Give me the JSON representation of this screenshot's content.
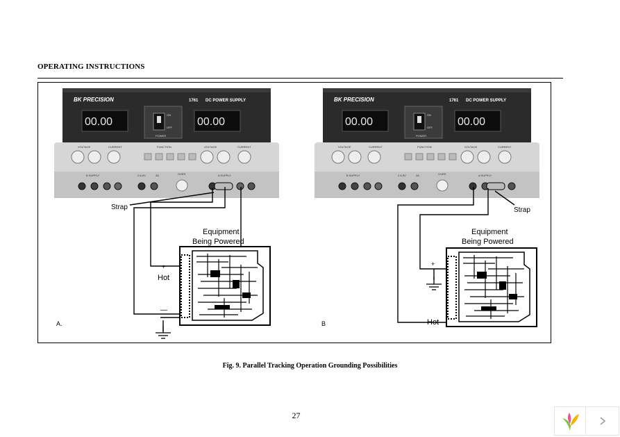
{
  "page": {
    "header": "OPERATING INSTRUCTIONS",
    "caption": "Fig. 9. Parallel Tracking Operation Grounding Possibilities",
    "page_number": "27"
  },
  "supply": {
    "brand": "BK PRECISION",
    "model": "1761",
    "title": "DC POWER SUPPLY",
    "display": "00.00",
    "power_label": "POWER",
    "on_label": "ON",
    "off_label": "OFF",
    "voltage_label": "VOLTAGE",
    "current_label": "CURRENT",
    "function_label": "FUNCTION",
    "fixed_label": "5V",
    "fixed_current": "3A",
    "ovp_label": "OVER",
    "slave_label": "A SUPPLY",
    "master_label": "B SUPPLY",
    "range_label": "2.6-5V"
  },
  "diagrams": [
    {
      "letter": "A.",
      "strap": "Strap",
      "equipment": [
        "Equipment",
        "Being Powered"
      ],
      "hot": "Hot",
      "plus": "+",
      "minus": "—"
    },
    {
      "letter": "B",
      "strap": "Strap",
      "equipment": [
        "Equipment",
        "Being Powered"
      ],
      "hot": "Hot",
      "plus": "+"
    }
  ],
  "colors": {
    "panel_dark": "#2a2a2a",
    "panel_light": "#d4d4d4",
    "display_bg": "#111111"
  },
  "icons": {
    "widget_logo": "leaf-logo-icon",
    "widget_next": "chevron-right-icon"
  }
}
